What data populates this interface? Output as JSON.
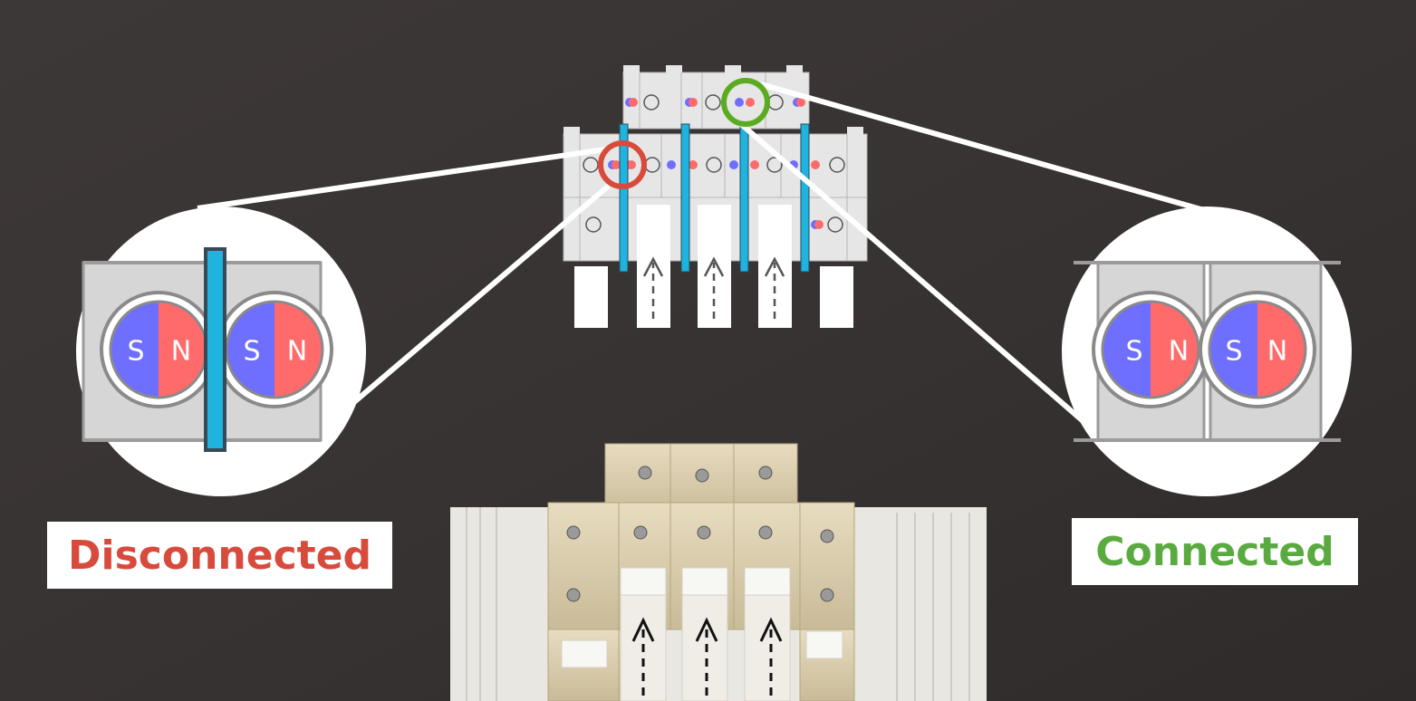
{
  "labels": {
    "disconnected": "Disconnected",
    "connected": "Connected"
  },
  "magnet": {
    "south": "S",
    "north": "N"
  },
  "colors": {
    "background": "#3a3535",
    "disconnected": "#d84a3b",
    "connected": "#5aab3f",
    "separator": "#1fb3e0",
    "magnet_south": "#6e6eff",
    "magnet_north": "#ff6a6a",
    "module": "#e6e6e6"
  },
  "icons": [
    "red-highlight-ring-icon",
    "green-highlight-ring-icon",
    "push-up-arrow-icon"
  ]
}
